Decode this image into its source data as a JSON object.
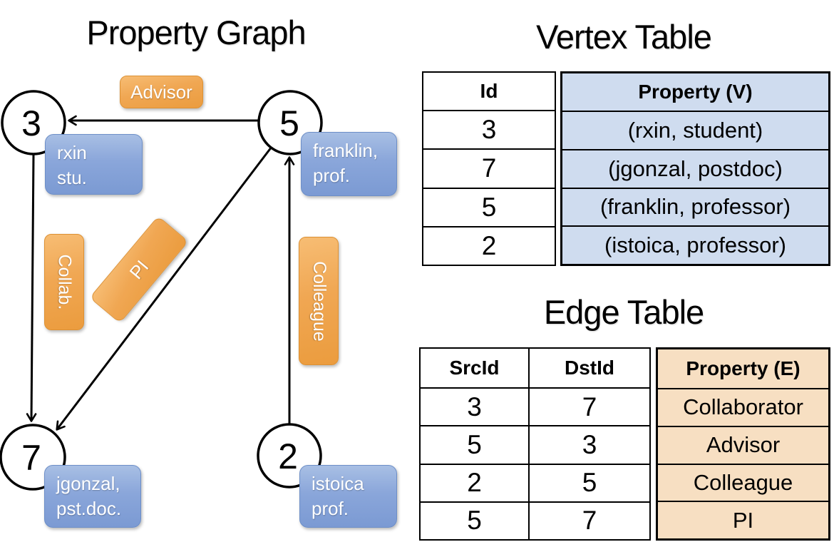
{
  "graph": {
    "title": "Property Graph",
    "nodes": [
      {
        "id": "3",
        "prop_lines": [
          "rxin",
          "stu."
        ]
      },
      {
        "id": "5",
        "prop_lines": [
          "franklin,",
          "prof."
        ]
      },
      {
        "id": "7",
        "prop_lines": [
          "jgonzal,",
          "pst.doc."
        ]
      },
      {
        "id": "2",
        "prop_lines": [
          "istoica",
          "prof."
        ]
      }
    ],
    "edge_labels": {
      "advisor": "Advisor",
      "collab": "Collab.",
      "pi": "PI",
      "colleague": "Colleague"
    }
  },
  "vertex_table": {
    "title": "Vertex Table",
    "headers": {
      "id": "Id",
      "property": "Property (V)"
    },
    "rows": [
      {
        "id": "3",
        "property": "(rxin, student)"
      },
      {
        "id": "7",
        "property": "(jgonzal, postdoc)"
      },
      {
        "id": "5",
        "property": "(franklin, professor)"
      },
      {
        "id": "2",
        "property": "(istoica, professor)"
      }
    ]
  },
  "edge_table": {
    "title": "Edge Table",
    "headers": {
      "src": "SrcId",
      "dst": "DstId",
      "property": "Property (E)"
    },
    "rows": [
      {
        "src": "3",
        "dst": "7",
        "property": "Collaborator"
      },
      {
        "src": "5",
        "dst": "3",
        "property": "Advisor"
      },
      {
        "src": "2",
        "dst": "5",
        "property": "Colleague"
      },
      {
        "src": "5",
        "dst": "7",
        "property": "PI"
      }
    ]
  },
  "colors": {
    "edge_label_orange": "#efa24a",
    "vertex_prop_blue": "#7e9dd5",
    "vertex_table_fill": "#cfdcef",
    "edge_table_fill": "#f7dfc2",
    "line": "#000000"
  }
}
